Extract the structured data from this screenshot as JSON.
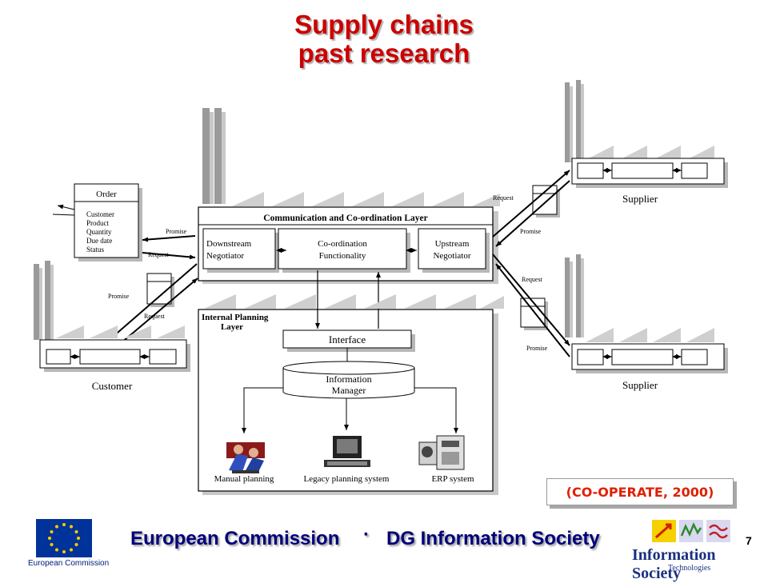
{
  "slide": {
    "title_line1": "Supply chains",
    "title_line2": "past research",
    "citation": "(CO-OPERATE, 2000)",
    "page_number": "7"
  },
  "diagram": {
    "order": {
      "title": "Order",
      "fields": [
        "Customer",
        "Product",
        "Quantity",
        "Due date",
        "Status"
      ]
    },
    "comm_layer": {
      "title": "Communication and Co-ordination Layer",
      "downstream": [
        "Downstream",
        "Negotiator"
      ],
      "coordination": [
        "Co-ordination",
        "Functionality"
      ],
      "upstream": [
        "Upstream",
        "Negotiator"
      ]
    },
    "planning_layer": {
      "title": [
        "Internal Planning",
        "Layer"
      ],
      "interface": "Interface",
      "info_manager": [
        "Information",
        "Manager"
      ],
      "systems": [
        "Manual planning",
        "Legacy planning system",
        "ERP system"
      ]
    },
    "entities": {
      "customer": "Customer",
      "supplier_top": "Supplier",
      "supplier_bottom": "Supplier"
    },
    "message_labels": {
      "promise": "Promise",
      "request": "Request"
    }
  },
  "footer": {
    "left_text": "European Commission",
    "separator": "·",
    "right_text": "DG Information Society",
    "ec_logo_label": "European Commission",
    "ist_logo_label": "Information Society",
    "ist_logo_sub": "Technologies"
  },
  "colors": {
    "title": "#cc0000",
    "footer_text": "#00007a",
    "citation": "#e02000",
    "eu_blue": "#003399",
    "eu_star": "#ffcc00"
  }
}
